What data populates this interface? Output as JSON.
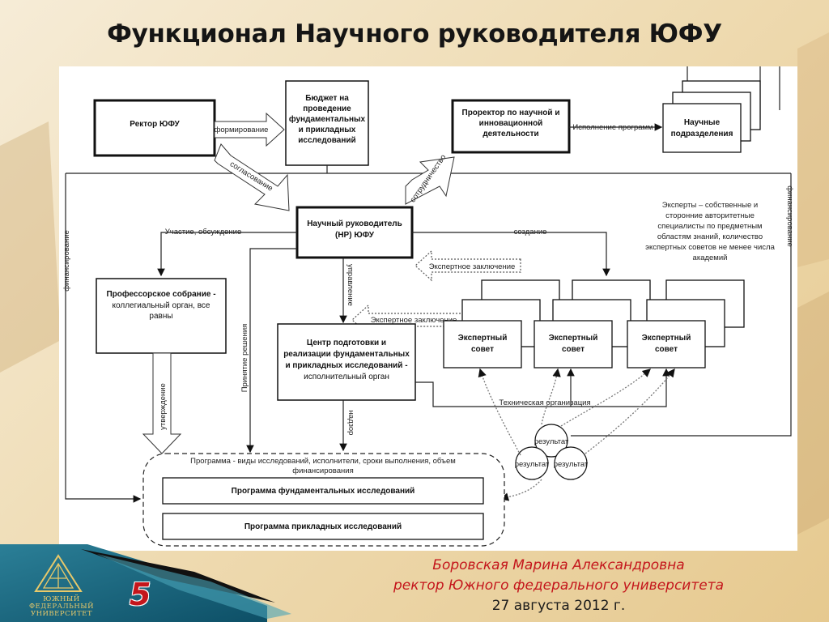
{
  "slide": {
    "title": "Функционал Научного руководителя ЮФУ",
    "slide_number": "5",
    "footer": {
      "author": "Боровская Марина Александровна",
      "position": "ректор Южного федерального университета",
      "date": "27 августа 2012 г."
    },
    "logo": {
      "line1": "ЮЖНЫЙ",
      "line2": "ФЕДЕРАЛЬНЫЙ",
      "line3": "УНИВЕРСИТЕТ"
    }
  },
  "diagram": {
    "nodes": {
      "rector": "Ректор ЮФУ",
      "budget": [
        "Бюджет на",
        "проведение",
        "фундаментальных",
        "и прикладных",
        "исследований"
      ],
      "prorector": [
        "Проректор по научной и",
        "инновационной",
        "деятельности"
      ],
      "units": [
        "Научные",
        "подразделения"
      ],
      "supervisor": [
        "Научный руководитель",
        "(НР) ЮФУ"
      ],
      "assembly": [
        "Профессорское собрание -",
        "коллегиальный орган, все",
        "равны"
      ],
      "center": [
        "Центр подготовки и",
        "реализации фундаментальных",
        "и прикладных исследований -",
        "исполнительный орган"
      ],
      "expert_council": "Экспертный",
      "expert_council_2": "совет",
      "experts_note": [
        "Эксперты – собственные и",
        "сторонние авторитетные",
        "специалисты по предметным",
        "областям знаний, количество",
        "экспертных советов не менее числа",
        "академий"
      ],
      "program_caption": [
        "Программа -  виды исследований, исполнители, сроки выполнения, объем",
        "финансирования"
      ],
      "program_fund": "Программа фундаментальных исследований",
      "program_applied": "Программа прикладных исследований",
      "result": "результат"
    },
    "edge_labels": {
      "forming": "формирование",
      "agreement": "согласование",
      "cooperation": "сотрудничество",
      "execution": "Исполнение программ",
      "participation": "Участие, обсуждение",
      "creation": "создание",
      "expert_conclusion_1": "Экспертное заключение",
      "expert_conclusion_2": "Экспертное заключение",
      "management": "управление",
      "decision": "Принятие решения",
      "approval": "утверждение",
      "supervision": "надзор",
      "tech_org": "Техническая организация",
      "financing_left": "финансирование",
      "financing_right": "финансирование"
    }
  }
}
